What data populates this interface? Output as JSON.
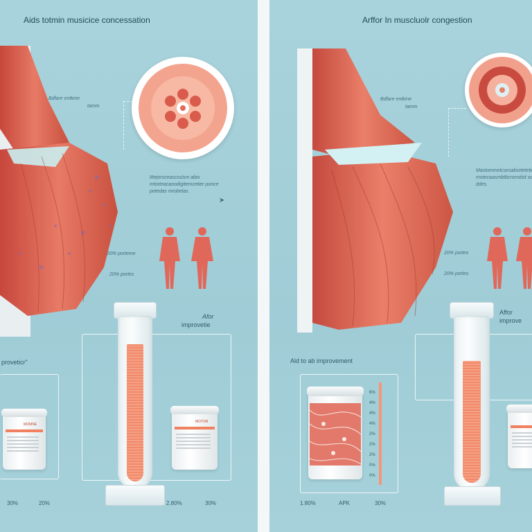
{
  "left": {
    "title": "Aids totmin musicice concessation",
    "before_label": "Bdfare entkine",
    "before_sub": "tamm",
    "middle_note": "Mejorsceascsslsm abio\nmtorteacaoodigitemcetier ponce\npotedas mrobelas.",
    "pct_a": "20% porteme",
    "pct_b": "20% portes",
    "after_label": "Afor",
    "after_sub": "improvetie",
    "side_label": "proveticr\"",
    "jar_label": "MOMNE",
    "jar_label_2": "MOTOR",
    "tick_1": "30%",
    "tick_2": "20%",
    "tick_3": "2.80%",
    "tick_4": "30%"
  },
  "right": {
    "title": "Arffor In muscluolr congestion",
    "before_label": "Bdfare entkine",
    "before_sub": "tamm",
    "middle_note": "Mastommelcsesaliseteteticor\nmotecaasmbtbcrorndsit oces\nddes.",
    "pct_a": "20% portes",
    "pct_b": "20% portes",
    "after_label": "Affor",
    "after_sub": "improve",
    "side_label": "Ald to ab improvement",
    "scale": [
      "6%",
      "4%",
      "4%",
      "4%",
      "2%",
      "2%",
      "2%",
      "0%",
      "0%"
    ],
    "tick_1": "1.80%",
    "tick_2": "APK",
    "tick_3": "30%"
  },
  "colors": {
    "background": "#a4cfd8",
    "muscle": "#e0685a",
    "muscle_dark": "#b8473d",
    "accent": "#f08a6a"
  }
}
